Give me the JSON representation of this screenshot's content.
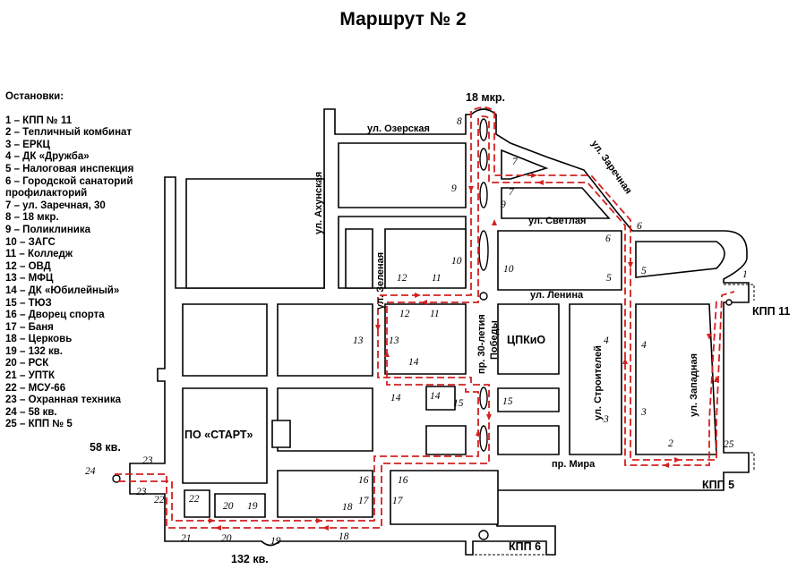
{
  "title": "Маршрут № 2",
  "stops": {
    "header": "Остановки:",
    "items": [
      "1 – КПП № 11",
      "2 – Тепличный комбинат",
      "3 – ЕРКЦ",
      "4 – ДК «Дружба»",
      "5 – Налоговая инспекция",
      "6 – Городской санаторий профилакторий",
      "7 – ул. Заречная, 30",
      "8 – 18 мкр.",
      "9 – Поликлиника",
      "10 – ЗАГС",
      "11 – Колледж",
      "12 – ОВД",
      "13 – МФЦ",
      "14 – ДК «Юбилейный»",
      "15 – ТЮЗ",
      "16 – Дворец спорта",
      "17 – Баня",
      "18 – Церковь",
      "19 – 132 кв.",
      "20 – РСК",
      "21 – УПТК",
      "22 – МСУ-66",
      "23 – Охранная техника",
      "24 – 58 кв.",
      "25 – КПП № 5"
    ]
  },
  "streets": {
    "ozerskaya": "ул. Озерская",
    "akhunskaya": "ул. Ахунская",
    "zarechnaya": "ул. Заречная",
    "svetlaya": "ул. Светлая",
    "zelenaya": "ул. Зеленая",
    "lenina": "ул. Ленина",
    "pobedy_1": "пр. 30-летия",
    "pobedy_2": "Победы",
    "stroiteley": "ул. Строителей",
    "zapadnaya": "ул. Западная",
    "mira": "пр. Мира"
  },
  "places": {
    "mkr18": "18 мкр.",
    "kv58": "58 кв.",
    "kv132": "132 кв.",
    "kpp11": "КПП 11",
    "kpp5": "КПП 5",
    "kpp6": "КПП 6",
    "cpkio": "ЦПКиО",
    "start": "ПО «СТАРТ»"
  },
  "stop_labels": [
    "1",
    "2",
    "3",
    "4",
    "5",
    "6",
    "7",
    "8",
    "9",
    "10",
    "11",
    "12",
    "13",
    "14",
    "15",
    "16",
    "17",
    "18",
    "19",
    "20",
    "21",
    "22",
    "23",
    "24",
    "25"
  ],
  "colors": {
    "route": "#d32020",
    "ink": "#000000"
  }
}
